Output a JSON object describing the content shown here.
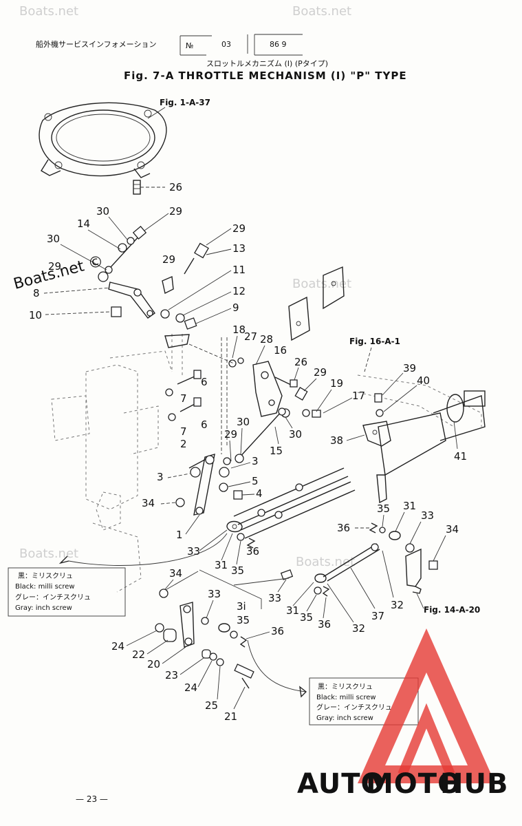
{
  "watermark": {
    "text": "Boats.net",
    "main_text": "Boats.net ©"
  },
  "header": {
    "jp_service_info": "船外機サービスインフォメーション",
    "box_no": "№",
    "box_no_value": "03",
    "box_date": "86 9"
  },
  "title": {
    "jp_subtitle": "スロットルメカニズム (I) (Pタイプ)",
    "main": "Fig. 7-A   THROTTLE MECHANISM (I) \"P\" TYPE"
  },
  "refs": {
    "fig_1a37": "Fig. 1-A-37",
    "fig_16a1": "Fig. 16-A-1",
    "fig_14a20": "Fig. 14-A-20"
  },
  "legend_left": {
    "jp_black": "黒：ミリスクリュ",
    "black": "Black: milli screw",
    "jp_gray": "グレー：インチスクリュ",
    "gray": "Gray: inch screw"
  },
  "legend_right": {
    "jp_black": "黒：ミリスクリュ",
    "black": "Black: milli screw",
    "jp_gray": "グレー：インチスクリュ",
    "gray": "Gray: inch screw"
  },
  "callouts": {
    "c26": "26",
    "c29a": "29",
    "c30a": "30",
    "c14": "14",
    "c30b": "30",
    "c29b": "29",
    "c8": "8",
    "c10": "10",
    "c29c": "29",
    "c13": "13",
    "c29d": "29",
    "c11": "11",
    "c12": "12",
    "c9": "9",
    "c18": "18",
    "c27": "27",
    "c28": "28",
    "c16": "16",
    "c26b": "26",
    "c29e": "29",
    "c19": "19",
    "c17": "17",
    "c6a": "6",
    "c7a": "7",
    "c6b": "6",
    "c7b": "7",
    "c30c": "30",
    "c29f": "29",
    "c30d": "30",
    "c15": "15",
    "c2": "2",
    "c3a": "3",
    "c3b": "3",
    "c5": "5",
    "c4": "4",
    "c34a": "34",
    "c1": "1",
    "c33a": "33",
    "c31a": "31",
    "c35a": "35",
    "c36a": "36",
    "c39": "39",
    "c40": "40",
    "c38": "38",
    "c41": "41",
    "c35b": "35",
    "c31b": "31",
    "c33b": "33",
    "c36b": "36",
    "c34b": "34",
    "c32a": "32",
    "c37": "37",
    "c31c": "31",
    "c35c": "35",
    "c36c": "36",
    "c32b": "32",
    "c34c": "34",
    "c33c": "33",
    "c33d": "33",
    "c31d": "3i",
    "c35d": "35",
    "c36d": "36",
    "c24a": "24",
    "c22": "22",
    "c20": "20",
    "c23": "23",
    "c24b": "24",
    "c25": "25",
    "c21": "21"
  },
  "page_number": "— 23 —",
  "brand": {
    "auto": "AUTO",
    "moto": "MOTO",
    "hub": "HUB",
    "color_auto": "#f5a623",
    "color_moto": "#f5a623",
    "color_hub": "#2b2b2b",
    "triangle_color": "#e53935"
  }
}
